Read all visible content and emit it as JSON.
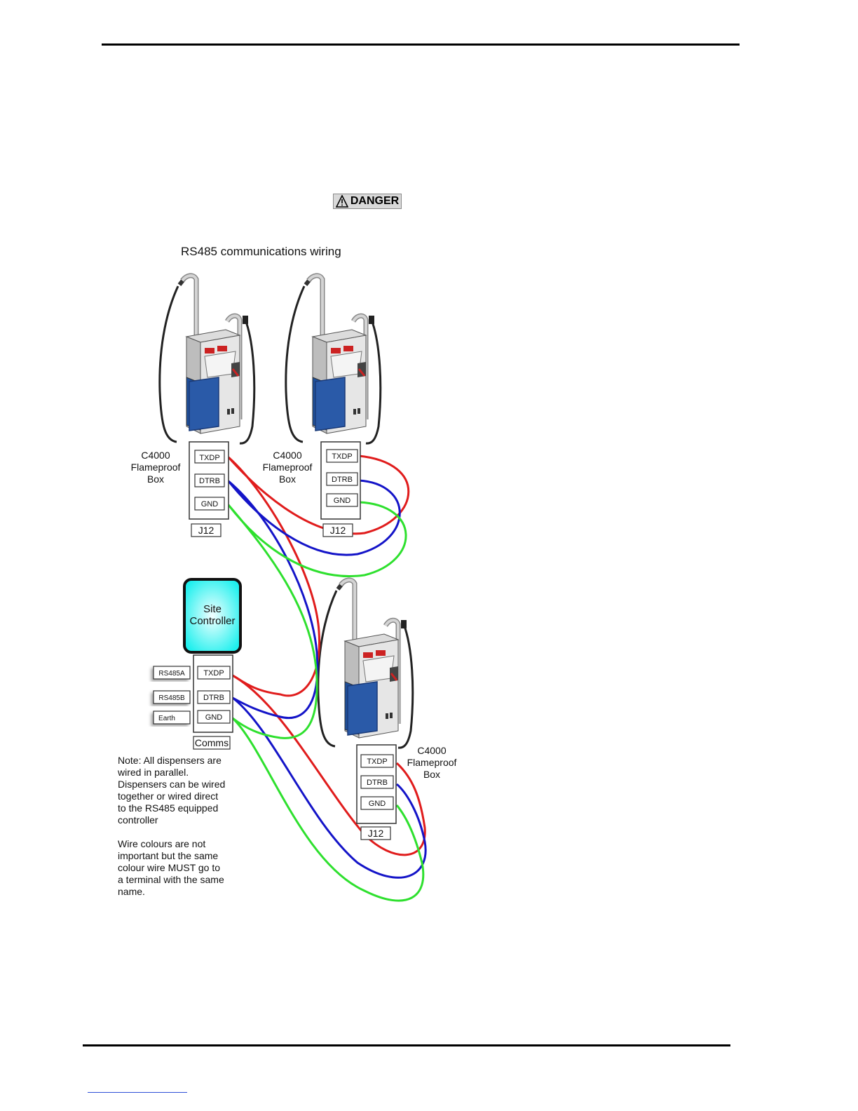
{
  "header": {
    "danger_label": "DANGER"
  },
  "figure": {
    "title": "RS485 communications wiring",
    "box_label_lines": [
      "C4000",
      "Flameproof",
      "Box"
    ],
    "connector_label": "J12",
    "terminals": [
      "TXDP",
      "DTRB",
      "GND"
    ],
    "site_controller_lines": [
      "Site",
      "Controller"
    ],
    "controller_connector_label": "Comms",
    "controller_signals": [
      "RS485A",
      "RS485B",
      "Earth"
    ],
    "note_1": "Note: All dispensers are\nwired in parallel.\nDispensers can be wired\ntogether or wired direct\nto the RS485 equipped\ncontroller",
    "note_2": "Wire colours are not\nimportant but the same\ncolour wire MUST go to\na terminal with the same\nname."
  },
  "colors": {
    "txdp_wire": "#e01c1c",
    "dtrb_wire": "#1414c8",
    "gnd_wire": "#2ee02e",
    "controller": "#1ff0ee",
    "door": "#2a5aa8"
  }
}
